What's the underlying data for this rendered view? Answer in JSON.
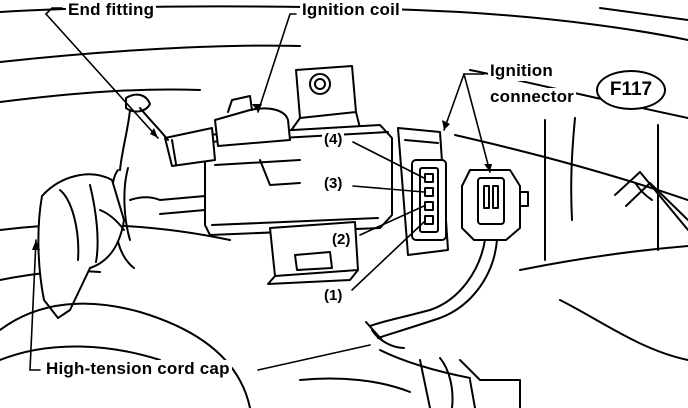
{
  "labels": {
    "end_fitting": "End fitting",
    "ignition_coil": "Ignition coil",
    "ignition_connector_line1": "Ignition",
    "ignition_connector_line2": "connector",
    "figure_id": "F117",
    "high_tension_cord_cap": "High-tension cord cap"
  },
  "pin_labels": {
    "pin4": "(4)",
    "pin3": "(3)",
    "pin2": "(2)",
    "pin1": "(1)"
  },
  "colors": {
    "ink": "#000000",
    "paper": "#ffffff"
  }
}
